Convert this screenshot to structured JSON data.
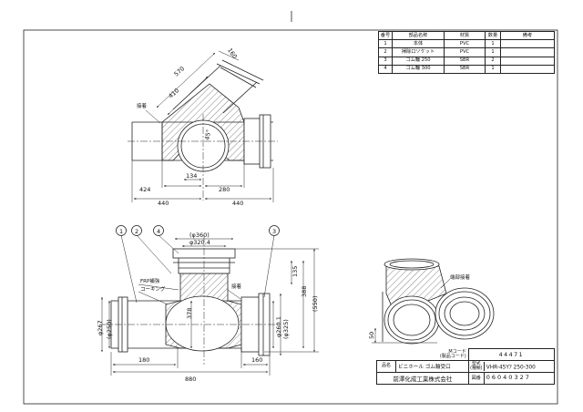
{
  "parts_table": {
    "headers": [
      "番号",
      "部品名称",
      "材質",
      "数量",
      "備考"
    ],
    "rows": [
      {
        "no": "1",
        "name": "本体",
        "material": "PVC",
        "qty": "1",
        "note": ""
      },
      {
        "no": "2",
        "name": "掃除口ソケット",
        "material": "PVC",
        "qty": "1",
        "note": ""
      },
      {
        "no": "3",
        "name": "ゴム輪 250",
        "material": "SBR",
        "qty": "2",
        "note": ""
      },
      {
        "no": "4",
        "name": "ゴム輪 300",
        "material": "SBR",
        "qty": "1",
        "note": ""
      }
    ]
  },
  "top_view": {
    "dims": {
      "d570": "570",
      "d160": "160",
      "d410": "410",
      "angle": "45°",
      "d134": "134",
      "d424": "424",
      "d280": "280",
      "d440_left": "440",
      "d440_right": "440"
    },
    "labels": {
      "sealing": "接着"
    }
  },
  "front_view": {
    "balloons": [
      "1",
      "2",
      "4",
      "3"
    ],
    "dims": {
      "d360": "(φ360)",
      "d320": "φ320.4",
      "d135": "135",
      "d388": "388",
      "d550": "(550)",
      "d378": "378",
      "d267": "φ267",
      "d250": "(φ250)",
      "d260": "φ260.1",
      "d325": "(φ325)",
      "d180": "180",
      "d880": "880",
      "d160": "160"
    },
    "labels": {
      "frp": "FRP補強",
      "coating": "コーキング",
      "sealing": "接着"
    }
  },
  "iso_view": {
    "dims": {
      "d50": "50"
    },
    "labels": {
      "sealing": "端部接着"
    }
  },
  "title_block": {
    "m_code_label": "Mコード",
    "product_code_label": "(製品コード)",
    "m_code": "44471",
    "name_label": "品名",
    "name": "ビニホール ゴム輪受口",
    "model_label_1": "型式",
    "model_label_2": "(種類)",
    "model": "VHR-45Yｱ 250-300",
    "company": "前澤化成工業株式会社",
    "drawing_no_label": "図番",
    "drawing_no": "06040327"
  }
}
